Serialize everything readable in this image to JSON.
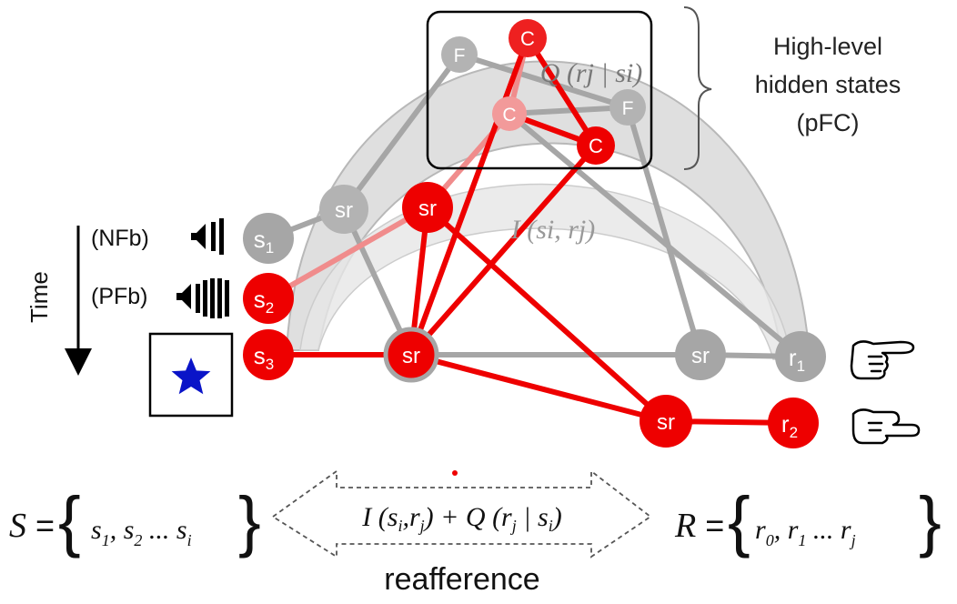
{
  "diagram": {
    "header": {
      "brace_label_line1": "High-level",
      "brace_label_line2": "hidden states",
      "brace_label_line3": "(pFC)",
      "q_box_label": "Q (rj | si)",
      "i_label": "I (si, rj)"
    },
    "time_axis": {
      "label": "Time"
    },
    "feedback": {
      "nfb_label": "(NFb)",
      "pfb_label": "(PFb)"
    },
    "nodes": {
      "s1": "s1",
      "s2": "s2",
      "s3": "s3",
      "sr": "sr",
      "r1": "r1",
      "r2": "r2",
      "F": "F",
      "C": "C"
    },
    "formula": {
      "S_set": "S = { s1, s2 ... si }",
      "R_set": "R = { r0, r1 ... rj }",
      "center": "I (si,rj) + Q (rj | si)",
      "caption": "reafference"
    },
    "colors": {
      "red": "#ee0000",
      "light_red": "#f08080",
      "gray": "#a0a0a0",
      "light_gray": "#c8c8c8",
      "star": "#0a14c8"
    }
  }
}
